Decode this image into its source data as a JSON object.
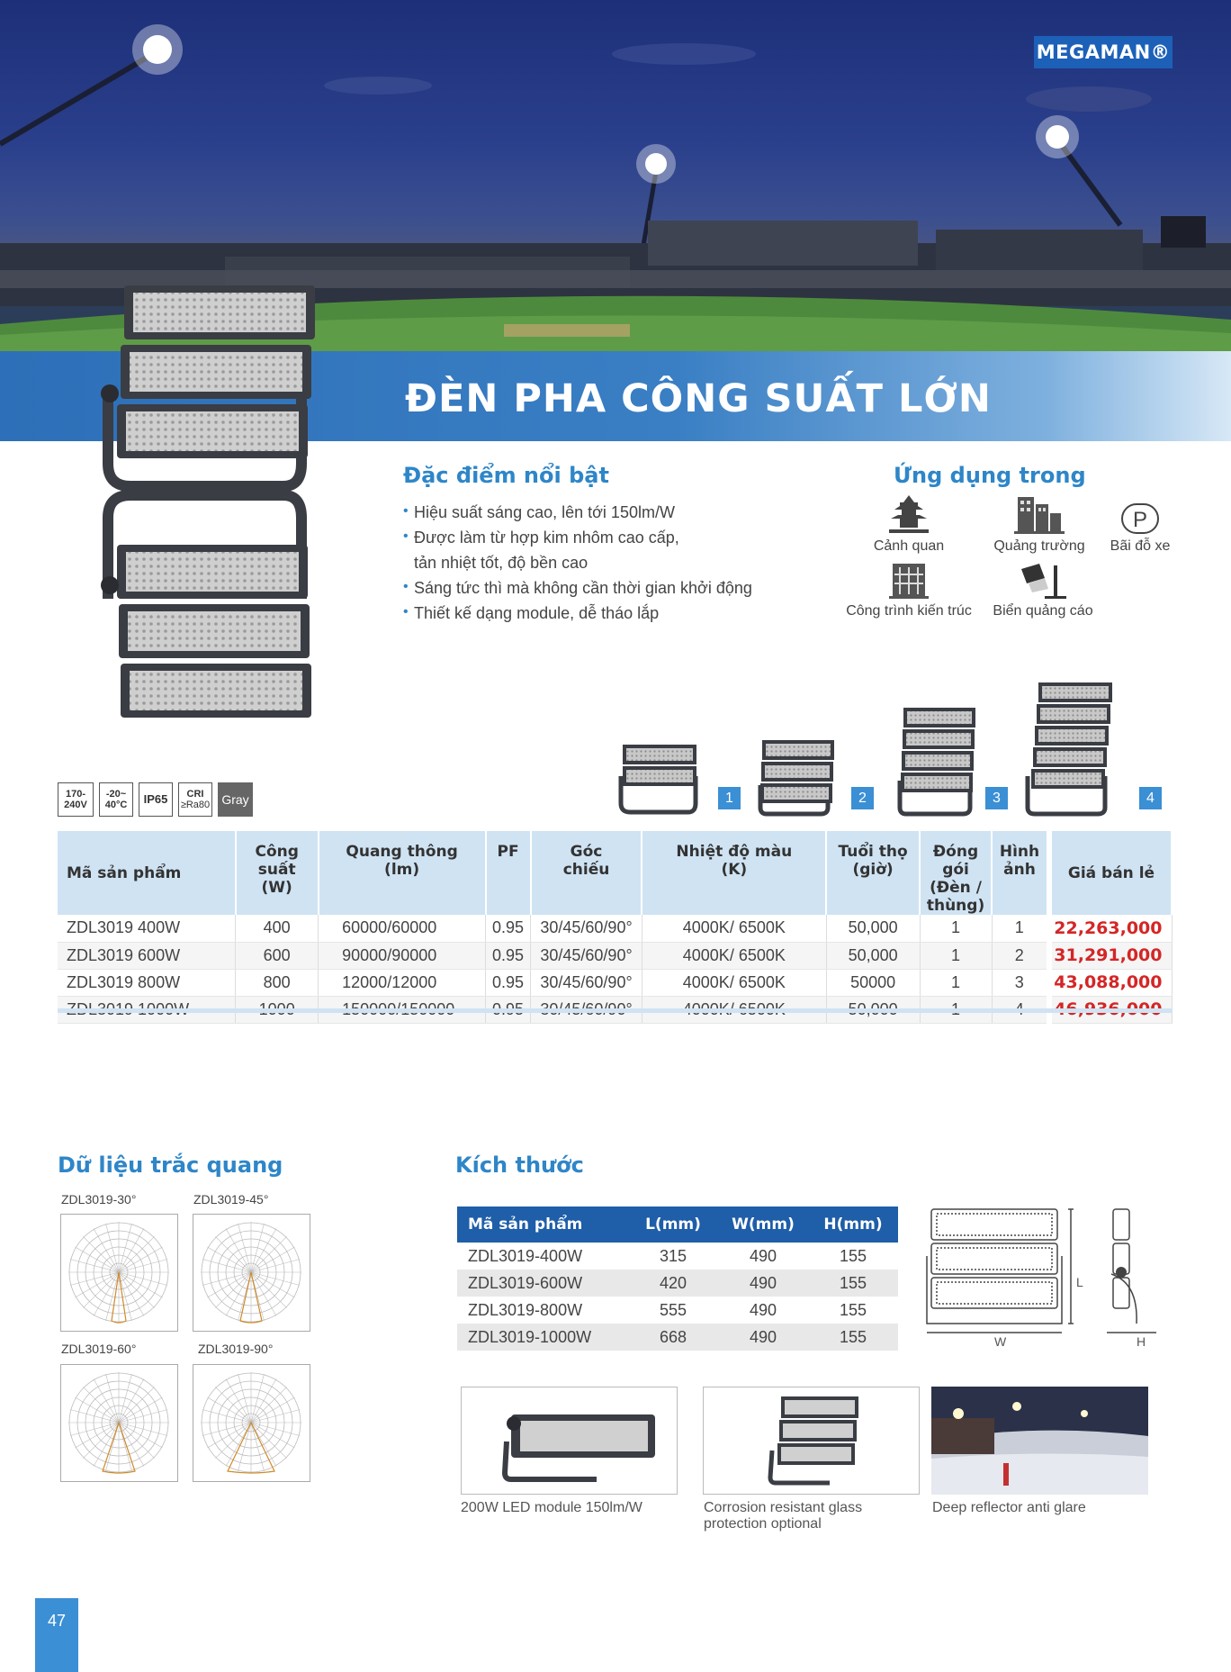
{
  "brand": {
    "logo": "MEGAMAN®"
  },
  "page_title": "ĐÈN PHA CÔNG SUẤT LỚN",
  "features": {
    "heading": "Đặc điểm nổi bật",
    "items": [
      "Hiệu suất sáng cao, lên tới 150lm/W",
      "Được làm từ hợp kim nhôm cao cấp,",
      "Sáng tức thì mà không cần thời gian khởi động",
      "Thiết kế dạng module, dễ tháo lắp"
    ],
    "item2_cont": "tản nhiệt tốt, độ bền cao"
  },
  "applications": {
    "heading": "Ứng dụng trong",
    "items": [
      {
        "label": "Cảnh quan",
        "icon": "pagoda-icon"
      },
      {
        "label": "Quảng trường",
        "icon": "buildings-icon"
      },
      {
        "label": "Bãi đỗ xe",
        "icon": "parking-icon"
      },
      {
        "label": "Công trình kiến trúc",
        "icon": "architecture-icon"
      },
      {
        "label": "Biển quảng cáo",
        "icon": "billboard-icon"
      }
    ]
  },
  "badges": [
    {
      "lines": [
        "170-",
        "240V"
      ]
    },
    {
      "lines": [
        "-20~",
        "40°C"
      ]
    },
    {
      "lines": [
        "IP65"
      ]
    },
    {
      "lines": [
        "CRI",
        "≥Ra80"
      ]
    },
    {
      "lines": [
        "Gray"
      ],
      "color": "#666666"
    }
  ],
  "fixture_numbers": [
    "1",
    "2",
    "3",
    "4"
  ],
  "spec_table": {
    "headers": {
      "code": "Mã sản phẩm",
      "power": [
        "Công suất",
        "(W)"
      ],
      "flux": [
        "Quang thông",
        "(lm)"
      ],
      "pf": "PF",
      "angle": [
        "Góc",
        "chiếu"
      ],
      "cct": [
        "Nhiệt độ màu",
        "(K)"
      ],
      "life": [
        "Tuổi thọ",
        "(giờ)"
      ],
      "pack": [
        "Đóng gói",
        "(Đèn /",
        "thùng)"
      ],
      "image": [
        "Hình",
        "ảnh"
      ],
      "price": "Giá bán lẻ"
    },
    "rows": [
      [
        "ZDL3019 400W",
        "400",
        "60000/60000",
        "0.95",
        "30/45/60/90°",
        "4000K/ 6500K",
        "50,000",
        "1",
        "1",
        "22,263,000"
      ],
      [
        "ZDL3019 600W",
        "600",
        "90000/90000",
        "0.95",
        "30/45/60/90°",
        "4000K/ 6500K",
        "50,000",
        "1",
        "2",
        "31,291,000"
      ],
      [
        "ZDL3019 800W",
        "800",
        "12000/12000",
        "0.95",
        "30/45/60/90°",
        "4000K/ 6500K",
        "50000",
        "1",
        "3",
        "43,088,000"
      ],
      [
        "ZDL3019 1000W",
        "1000",
        "150000/150000",
        "0.95",
        "30/45/60/90°",
        "4000K/ 6500K",
        "50,000",
        "1",
        "4",
        "46,936,000"
      ]
    ],
    "price_color": "#d42626"
  },
  "photometric": {
    "heading": "Dữ liệu trắc quang",
    "labels": [
      "ZDL3019-30°",
      "ZDL3019-45°",
      "ZDL3019-60°",
      "ZDL3019-90°"
    ]
  },
  "dimensions": {
    "heading": "Kích thước",
    "headers": [
      "Mã sản phẩm",
      "L(mm)",
      "W(mm)",
      "H(mm)"
    ],
    "rows": [
      [
        "ZDL3019-400W",
        "315",
        "490",
        "155"
      ],
      [
        "ZDL3019-600W",
        "420",
        "490",
        "155"
      ],
      [
        "ZDL3019-800W",
        "555",
        "490",
        "155"
      ],
      [
        "ZDL3019-1000W",
        "668",
        "490",
        "155"
      ]
    ],
    "drawing_labels": {
      "L": "L",
      "W": "W",
      "H": "H"
    }
  },
  "photos": [
    {
      "caption": [
        "200W LED module 150lm/W"
      ]
    },
    {
      "caption": [
        "Corrosion resistant glass",
        "protection optional"
      ]
    },
    {
      "caption": [
        "Deep reflector anti glare"
      ]
    }
  ],
  "page_number": "47",
  "colors": {
    "accent": "#2e86c8",
    "header_blue": "#1f5ea8",
    "table_head": "#cfe3f3"
  }
}
